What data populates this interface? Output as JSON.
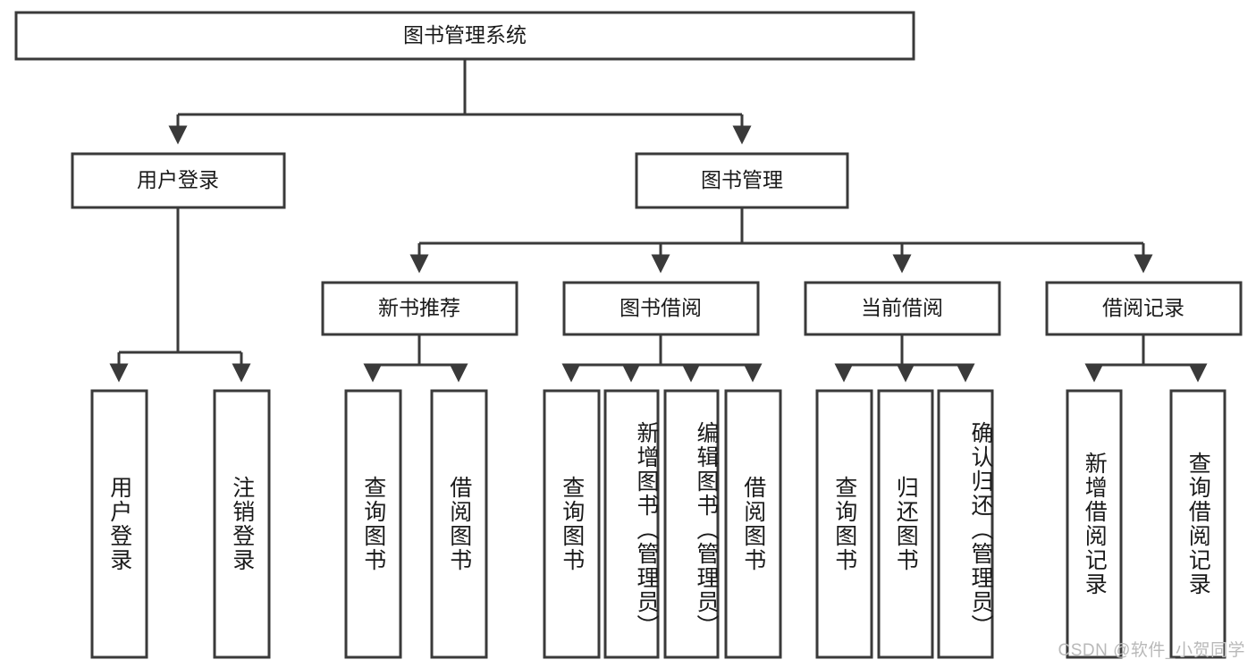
{
  "diagram": {
    "type": "tree-hierarchy",
    "title_node": {
      "id": "root",
      "label": "图书管理系统"
    },
    "levels": [
      {
        "level": 1,
        "nodes": [
          {
            "id": "root",
            "label": "图书管理系统",
            "orientation": "horizontal"
          }
        ]
      },
      {
        "level": 2,
        "nodes": [
          {
            "id": "user-login",
            "label": "用户登录",
            "orientation": "horizontal",
            "parent": "root"
          },
          {
            "id": "book-manage",
            "label": "图书管理",
            "orientation": "horizontal",
            "parent": "root"
          }
        ]
      },
      {
        "level": 3,
        "nodes": [
          {
            "id": "new-book-rec",
            "label": "新书推荐",
            "orientation": "horizontal",
            "parent": "book-manage"
          },
          {
            "id": "book-borrow",
            "label": "图书借阅",
            "orientation": "horizontal",
            "parent": "book-manage"
          },
          {
            "id": "current-borrow",
            "label": "当前借阅",
            "orientation": "horizontal",
            "parent": "book-manage"
          },
          {
            "id": "borrow-record",
            "label": "借阅记录",
            "orientation": "horizontal",
            "parent": "book-manage"
          }
        ]
      },
      {
        "level": 4,
        "nodes": [
          {
            "id": "leaf-user-login",
            "label": "用户登录",
            "orientation": "vertical",
            "parent": "user-login"
          },
          {
            "id": "leaf-logout",
            "label": "注销登录",
            "orientation": "vertical",
            "parent": "user-login"
          },
          {
            "id": "leaf-query-book-1",
            "label": "查询图书",
            "orientation": "vertical",
            "parent": "new-book-rec"
          },
          {
            "id": "leaf-borrow-book-1",
            "label": "借阅图书",
            "orientation": "vertical",
            "parent": "new-book-rec"
          },
          {
            "id": "leaf-query-book-2",
            "label": "查询图书",
            "orientation": "vertical",
            "parent": "book-borrow"
          },
          {
            "id": "leaf-add-book",
            "label": "新增图书（管理员）",
            "orientation": "vertical",
            "parent": "book-borrow"
          },
          {
            "id": "leaf-edit-book",
            "label": "编辑图书（管理员）",
            "orientation": "vertical",
            "parent": "book-borrow"
          },
          {
            "id": "leaf-borrow-book-2",
            "label": "借阅图书",
            "orientation": "vertical",
            "parent": "book-borrow"
          },
          {
            "id": "leaf-query-book-3",
            "label": "查询图书",
            "orientation": "vertical",
            "parent": "current-borrow"
          },
          {
            "id": "leaf-return-book",
            "label": "归还图书",
            "orientation": "vertical",
            "parent": "current-borrow"
          },
          {
            "id": "leaf-confirm-return",
            "label": "确认归还（管理员）",
            "orientation": "vertical",
            "parent": "current-borrow"
          },
          {
            "id": "leaf-add-record",
            "label": "新增借阅记录",
            "orientation": "vertical",
            "parent": "borrow-record"
          },
          {
            "id": "leaf-query-record",
            "label": "查询借阅记录",
            "orientation": "vertical",
            "parent": "borrow-record"
          }
        ]
      }
    ],
    "colors": {
      "box_stroke": "#3a3a3a",
      "box_fill": "#ffffff",
      "text": "#1a1a1a",
      "connector": "#3a3a3a",
      "background": "#ffffff",
      "watermark": "#b9b9b9"
    }
  },
  "watermark": {
    "text": "CSDN @软件_小贺同学"
  }
}
